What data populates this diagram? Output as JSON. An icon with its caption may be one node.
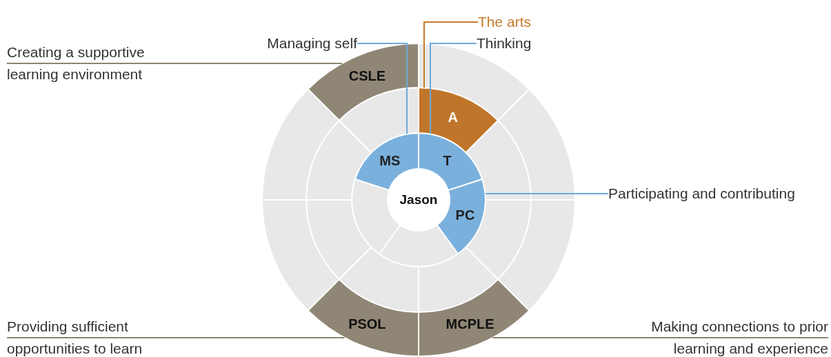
{
  "diagram": {
    "nodes": [
      {
        "text": [
          "The arts"
        ]
      },
      {
        "text": [
          "Creating a supportive learning environment"
        ]
      },
      {
        "text": [
          "Managing self"
        ]
      },
      {
        "text": [
          "Thinking"
        ]
      },
      {
        "text": [
          "Participating and contributing"
        ]
      },
      {
        "text": [
          "Providing sufficient opportunities to learn"
        ]
      },
      {
        "text": [
          "Making connections to prior learning and experience"
        ]
      },
      {
        "text": [
          "Jason"
        ]
      },
      {
        "text": [
          "MS"
        ]
      },
      {
        "text": [
          "T"
        ]
      },
      {
        "text": [
          "PC"
        ]
      },
      {
        "text": [],
        "shape": "wedge"
      },
      {
        "text": [],
        "shape": "wedge"
      },
      {
        "text": [
          "A"
        ]
      },
      {
        "text": [],
        "shape": "wedge"
      },
      {
        "text": [],
        "shape": "wedge"
      },
      {
        "text": [],
        "shape": "wedge"
      },
      {
        "text": [],
        "shape": "wedge"
      },
      {
        "text": [],
        "shape": "wedge"
      },
      {
        "text": [],
        "shape": "wedge"
      },
      {
        "text": [],
        "shape": "wedge"
      },
      {
        "text": [
          "CSLE"
        ]
      },
      {
        "text": [
          "MCPLE"
        ]
      },
      {
        "text": [
          "PSOL"
        ]
      },
      {
        "text": [],
        "shape": "wedge"
      },
      {
        "text": [],
        "shape": "wedge"
      },
      {
        "text": [],
        "shape": "wedge"
      },
      {
        "text": [],
        "shape": "wedge"
      },
      {
        "text": [],
        "shape": "wedge"
      }
    ],
    "edges": [
      {
        "from": 0,
        "to": 13,
        "arrow": "none",
        "color": "#c47a2c"
      },
      {
        "from": 1,
        "to": 21,
        "arrow": "none",
        "color": "#8c8474"
      },
      {
        "from": 2,
        "to": 8,
        "arrow": "none",
        "color": "#6fa8d9"
      },
      {
        "from": 3,
        "to": 9,
        "arrow": "none",
        "color": "#6fa8d9"
      },
      {
        "from": 4,
        "to": 10,
        "arrow": "none",
        "color": "#6fa8d9"
      },
      {
        "from": 5,
        "to": 23,
        "arrow": "none",
        "color": "#8c8474"
      },
      {
        "from": 6,
        "to": 22,
        "arrow": "none",
        "color": "#8c8474"
      }
    ]
  }
}
